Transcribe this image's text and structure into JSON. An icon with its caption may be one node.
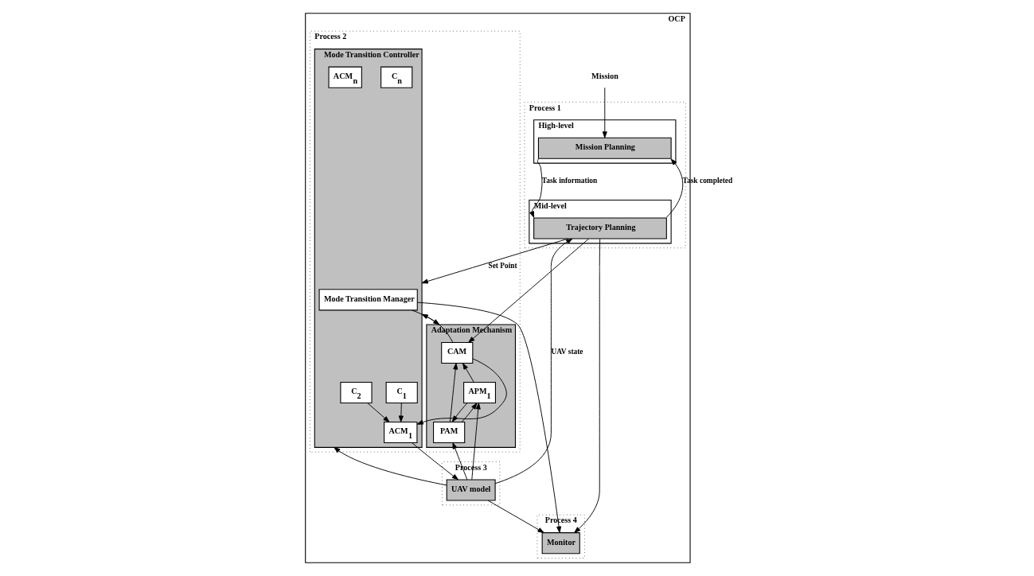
{
  "diagram": {
    "nodes": [
      {
        "text": [
          "OCP"
        ]
      },
      {
        "text": [
          "Process 1"
        ],
        "in": 0
      },
      {
        "text": [
          "High-level"
        ],
        "in": 1
      },
      {
        "text": [
          "Mission Planning"
        ],
        "in": 2
      },
      {
        "text": [
          "Mid-level"
        ],
        "in": 1
      },
      {
        "text": [
          "Trajectory Planning"
        ],
        "in": 4
      },
      {
        "text": [
          "Process 2"
        ],
        "in": 0
      },
      {
        "text": [
          "Mode Transition Controller"
        ],
        "in": 6
      },
      {
        "text": [
          "Mode Transition Manager"
        ],
        "in": 7
      },
      {
        "text": [
          "C$_{1}$"
        ],
        "in": 7
      },
      {
        "text": [
          "C$_{2}$"
        ],
        "in": 7
      },
      {
        "text": [
          "C$_{n}$"
        ],
        "in": 7
      },
      {
        "text": [
          "ACM$_{1}$"
        ],
        "in": 7
      },
      {
        "text": [
          "ACM$_{n}$"
        ],
        "in": 7
      },
      {
        "text": [
          "Adaptation Mechanism"
        ],
        "in": 6
      },
      {
        "text": [
          "CAM"
        ],
        "in": 14
      },
      {
        "text": [
          "APM$_{1}$"
        ],
        "in": 14
      },
      {
        "text": [
          "PAM"
        ],
        "in": 14
      },
      {
        "text": [
          "Process 3"
        ],
        "in": 0
      },
      {
        "text": [
          "UAV model"
        ],
        "in": 18
      },
      {
        "text": [
          "Process 4"
        ],
        "in": 0
      },
      {
        "text": [
          "Monitor"
        ],
        "in": 20
      },
      {
        "text": [
          "Mission"
        ],
        "in": 0
      }
    ],
    "edges": [
      {
        "from": 22,
        "to": 3,
        "arrow": "to"
      },
      {
        "from": 3,
        "to": 5,
        "arrow": "to",
        "label": "Task information"
      },
      {
        "from": 5,
        "to": 3,
        "arrow": "to",
        "label": "Task completed"
      },
      {
        "from": 5,
        "to": 7,
        "arrow": "to",
        "label": "Set Point"
      },
      {
        "from": 5,
        "to": 15,
        "arrow": "to"
      },
      {
        "from": 19,
        "to": 5,
        "arrow": "to",
        "label": "UAV state"
      },
      {
        "from": 8,
        "to": 14,
        "arrow": "to"
      },
      {
        "from": 15,
        "to": 7,
        "arrow": "to"
      },
      {
        "from": 15,
        "to": 12,
        "arrow": "to"
      },
      {
        "from": 9,
        "to": 12,
        "arrow": "to"
      },
      {
        "from": 10,
        "to": 12,
        "arrow": "to"
      },
      {
        "from": 12,
        "to": 19,
        "arrow": "to"
      },
      {
        "from": 19,
        "to": 7,
        "arrow": "to"
      },
      {
        "from": 16,
        "to": 15,
        "arrow": "to"
      },
      {
        "from": 16,
        "to": 17,
        "arrow": "to"
      },
      {
        "from": 17,
        "to": 16,
        "arrow": "to"
      },
      {
        "from": 17,
        "to": 15,
        "arrow": "to"
      },
      {
        "from": 19,
        "to": 17,
        "arrow": "to"
      },
      {
        "from": 19,
        "to": 16,
        "arrow": "to"
      },
      {
        "from": 5,
        "to": 21,
        "arrow": "to"
      },
      {
        "from": 8,
        "to": 21,
        "arrow": "to"
      },
      {
        "from": 19,
        "to": 21,
        "arrow": "to"
      }
    ]
  }
}
